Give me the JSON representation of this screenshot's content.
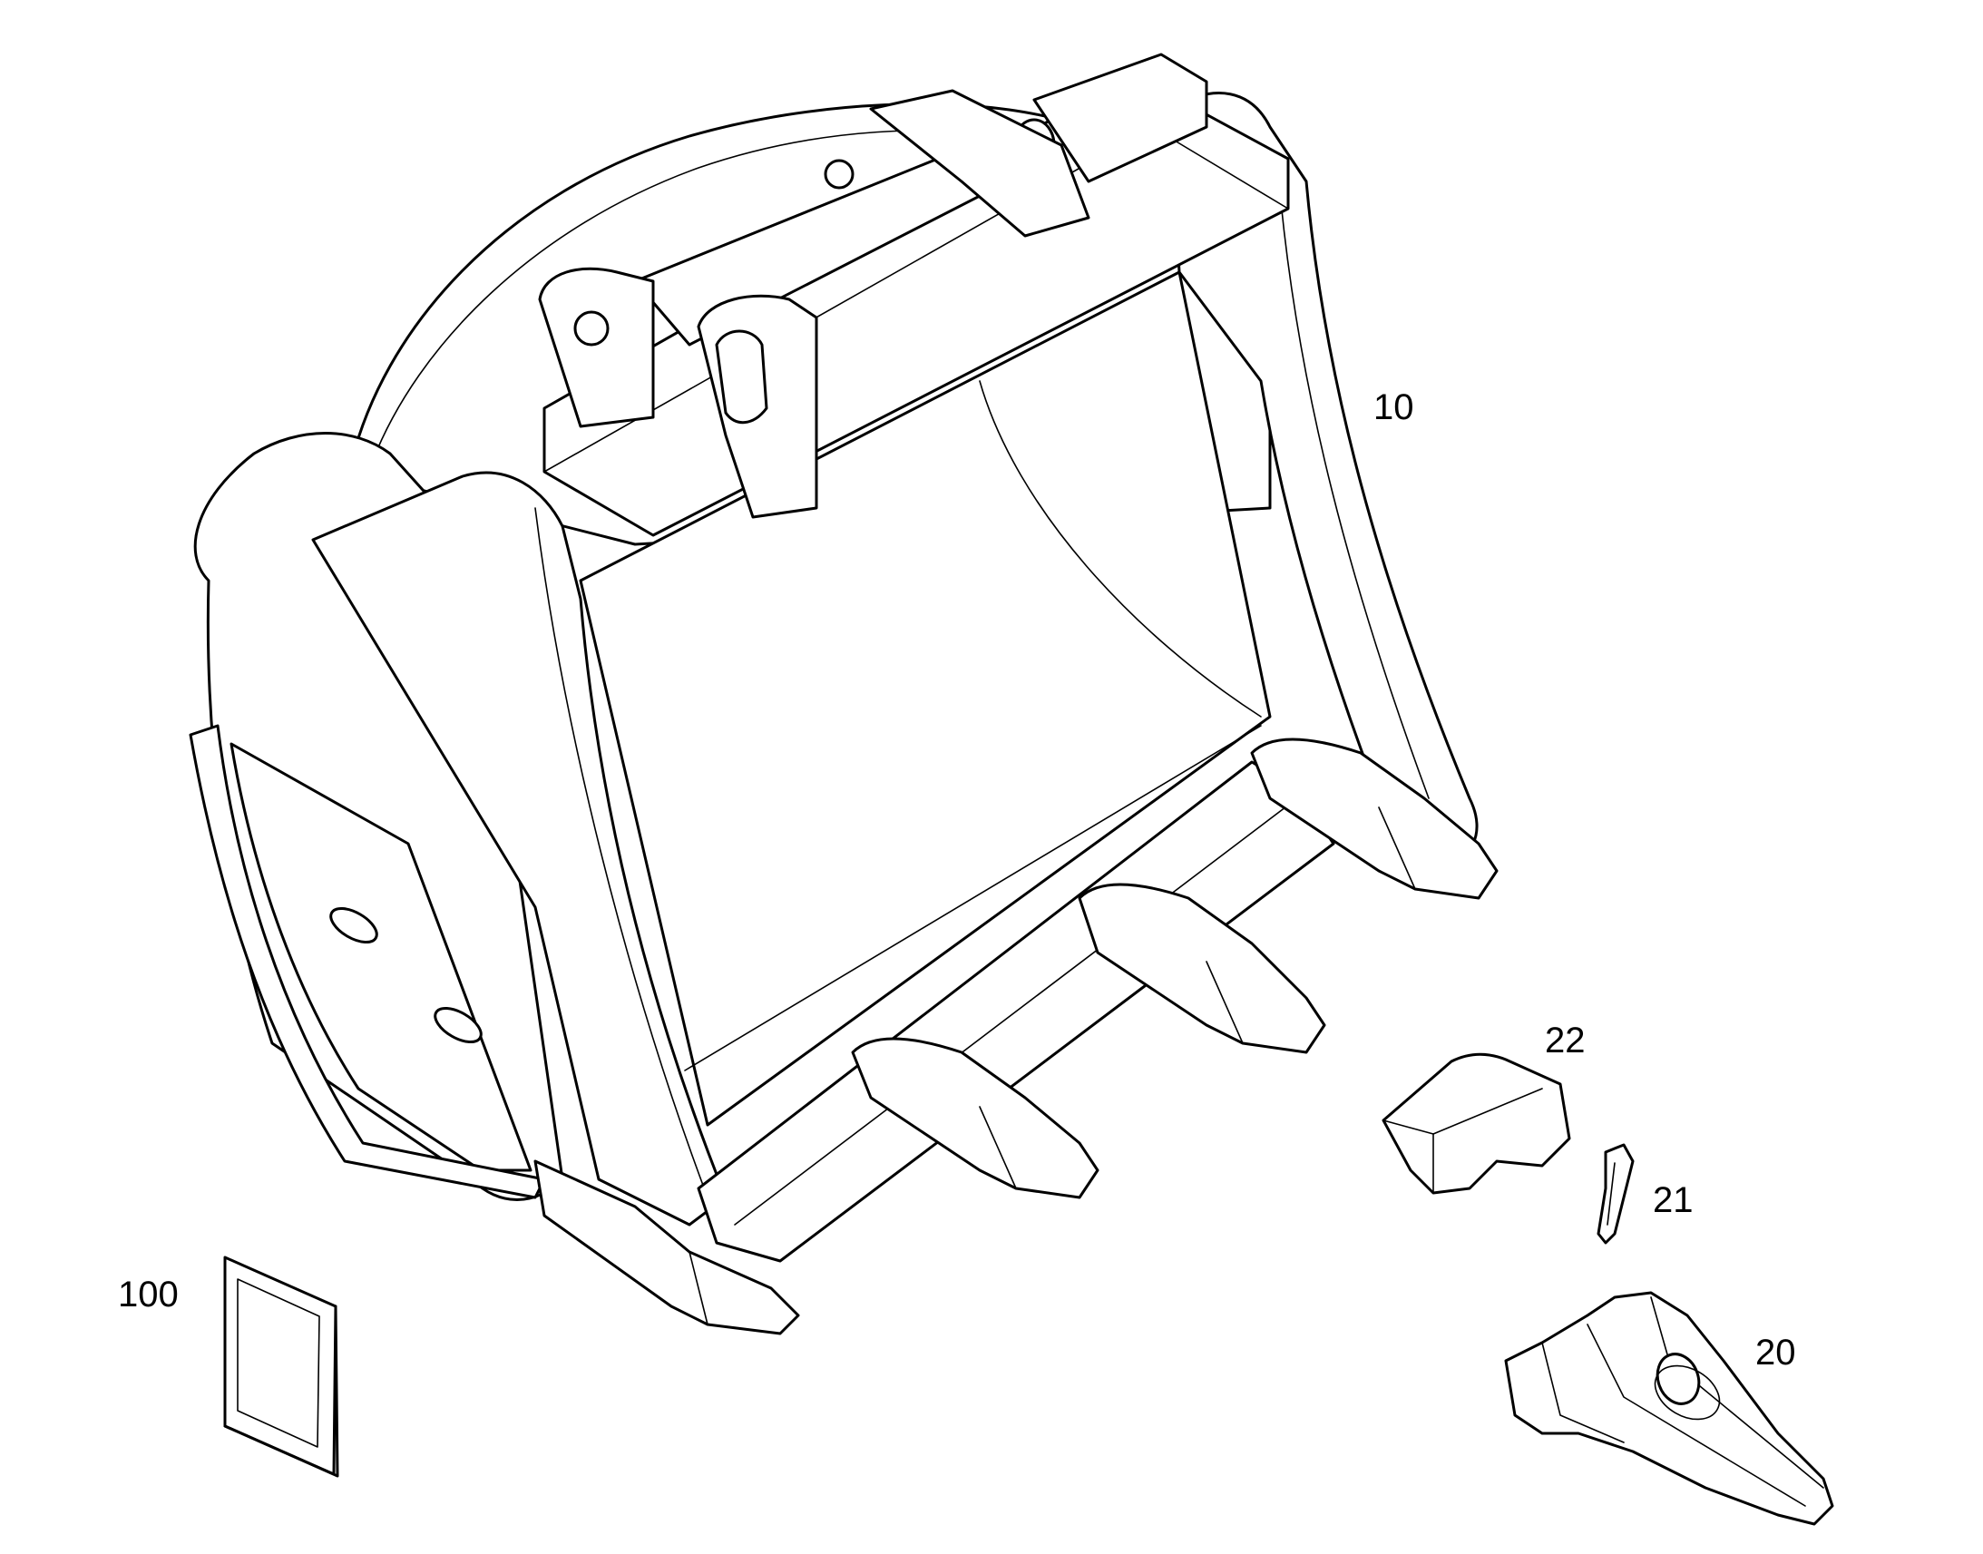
{
  "colors": {
    "background": "#ffffff",
    "line": "#000000"
  },
  "callouts": {
    "bucket": "10",
    "tooth_adapter": "20",
    "retainer_pin": "21",
    "tooth_cap": "22",
    "decal": "100"
  }
}
